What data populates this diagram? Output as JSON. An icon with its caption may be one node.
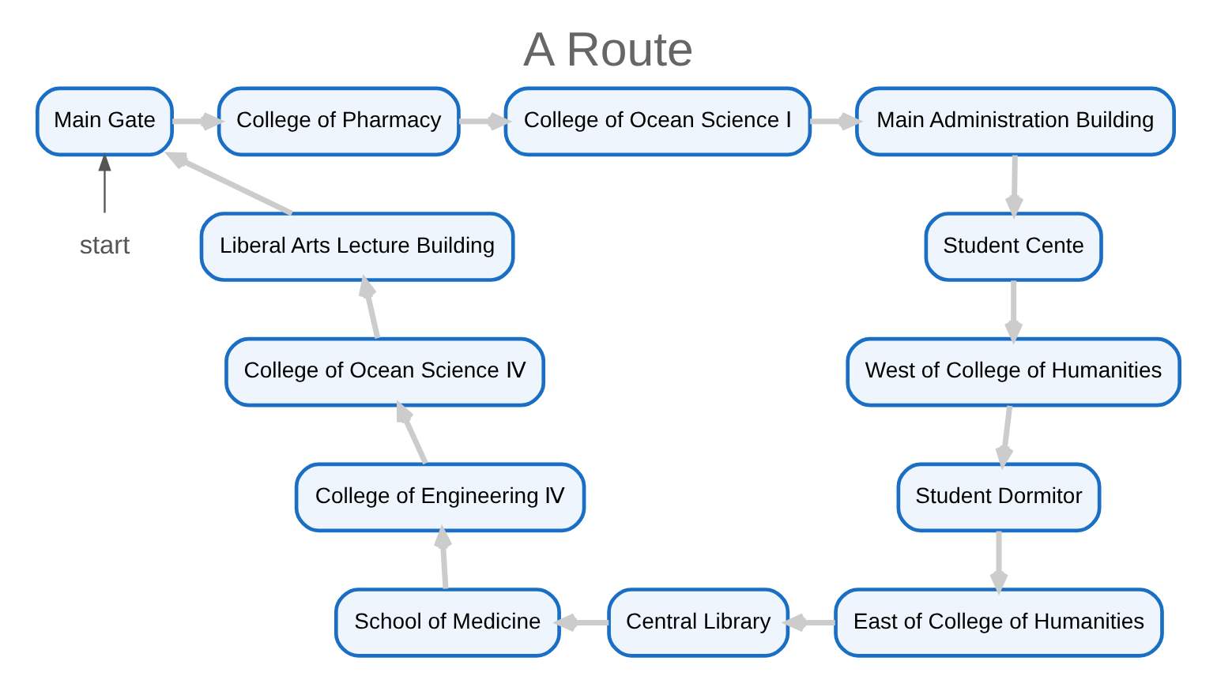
{
  "diagram": {
    "title": "A Route",
    "nodes": [
      {
        "text": [
          "Main Gate"
        ]
      },
      {
        "text": [
          "College of Pharmacy"
        ]
      },
      {
        "text": [
          "College of Ocean Science Ⅰ"
        ]
      },
      {
        "text": [
          "Main Administration Building"
        ]
      },
      {
        "text": [
          "start"
        ]
      },
      {
        "text": [
          "Liberal Arts Lecture Building"
        ]
      },
      {
        "text": [
          "Student Cente"
        ]
      },
      {
        "text": [
          "College of Ocean Science Ⅳ"
        ]
      },
      {
        "text": [
          "West of College of Humanities"
        ]
      },
      {
        "text": [
          "College of Engineering Ⅳ"
        ]
      },
      {
        "text": [
          "Student Dormitor"
        ]
      },
      {
        "text": [
          "School of Medicine"
        ]
      },
      {
        "text": [
          "Central Library"
        ]
      },
      {
        "text": [
          "East of College of Humanities"
        ]
      }
    ],
    "edges": [
      {
        "from": 0,
        "to": 1,
        "arrow": "to"
      },
      {
        "from": 1,
        "to": 2,
        "arrow": "to"
      },
      {
        "from": 2,
        "to": 3,
        "arrow": "to"
      },
      {
        "from": 3,
        "to": 6,
        "arrow": "to"
      },
      {
        "from": 6,
        "to": 8,
        "arrow": "to"
      },
      {
        "from": 8,
        "to": 10,
        "arrow": "to"
      },
      {
        "from": 10,
        "to": 13,
        "arrow": "to"
      },
      {
        "from": 13,
        "to": 12,
        "arrow": "to"
      },
      {
        "from": 12,
        "to": 11,
        "arrow": "to"
      },
      {
        "from": 11,
        "to": 9,
        "arrow": "to"
      },
      {
        "from": 9,
        "to": 7,
        "arrow": "to"
      },
      {
        "from": 7,
        "to": 5,
        "arrow": "to"
      },
      {
        "from": 5,
        "to": 0,
        "arrow": "to"
      },
      {
        "from": 4,
        "to": 0,
        "arrow": "to",
        "color": "#555555"
      }
    ]
  }
}
